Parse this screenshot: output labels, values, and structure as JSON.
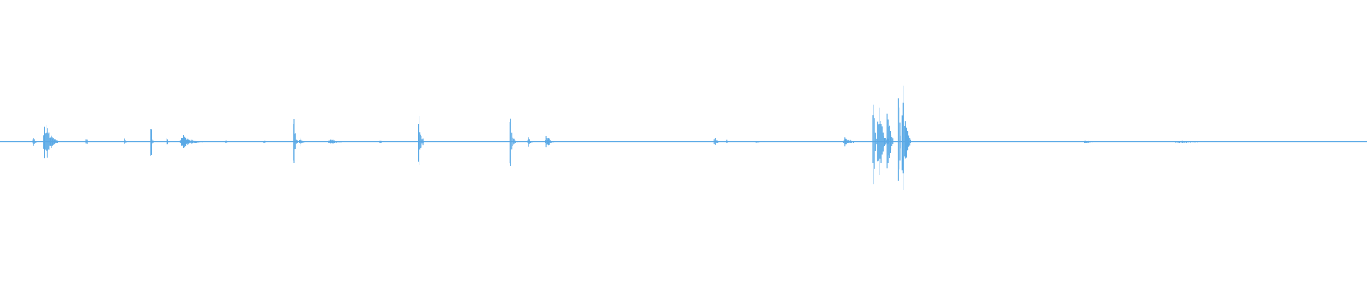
{
  "waveform": {
    "color": "#5aa9e6",
    "background": "#ffffff",
    "duration_fraction_axis": "time",
    "amplitude_range": [
      -1,
      1
    ],
    "bursts": [
      {
        "t": 0.026,
        "amp": 0.03,
        "width": 0.004
      },
      {
        "t": 0.037,
        "amp": 0.15,
        "width": 0.01
      },
      {
        "t": 0.064,
        "amp": 0.04,
        "width": 0.002
      },
      {
        "t": 0.092,
        "amp": 0.04,
        "width": 0.002
      },
      {
        "t": 0.111,
        "amp": 0.2,
        "width": 0.002
      },
      {
        "t": 0.123,
        "amp": 0.04,
        "width": 0.002
      },
      {
        "t": 0.14,
        "amp": 0.05,
        "width": 0.016
      },
      {
        "t": 0.166,
        "amp": 0.02,
        "width": 0.002
      },
      {
        "t": 0.194,
        "amp": 0.02,
        "width": 0.002
      },
      {
        "t": 0.216,
        "amp": 0.23,
        "width": 0.003
      },
      {
        "t": 0.221,
        "amp": 0.04,
        "width": 0.004
      },
      {
        "t": 0.247,
        "amp": 0.02,
        "width": 0.014
      },
      {
        "t": 0.279,
        "amp": 0.02,
        "width": 0.003
      },
      {
        "t": 0.308,
        "amp": 0.22,
        "width": 0.004
      },
      {
        "t": 0.374,
        "amp": 0.42,
        "width": 0.002
      },
      {
        "t": 0.377,
        "amp": 0.04,
        "width": 0.003
      },
      {
        "t": 0.388,
        "amp": 0.04,
        "width": 0.004
      },
      {
        "t": 0.402,
        "amp": 0.05,
        "width": 0.006
      },
      {
        "t": 0.524,
        "amp": 0.07,
        "width": 0.003
      },
      {
        "t": 0.532,
        "amp": 0.04,
        "width": 0.002
      },
      {
        "t": 0.556,
        "amp": 0.01,
        "width": 0.006
      },
      {
        "t": 0.622,
        "amp": 0.04,
        "width": 0.01
      },
      {
        "t": 0.64,
        "amp": 0.42,
        "width": 0.003
      },
      {
        "t": 0.646,
        "amp": 0.25,
        "width": 0.008
      },
      {
        "t": 0.651,
        "amp": 0.32,
        "width": 0.004
      },
      {
        "t": 0.658,
        "amp": 0.65,
        "width": 0.002
      },
      {
        "t": 0.663,
        "amp": 0.45,
        "width": 0.006
      },
      {
        "t": 0.798,
        "amp": 0.015,
        "width": 0.01
      },
      {
        "t": 0.875,
        "amp": 0.01,
        "width": 0.03
      }
    ]
  }
}
